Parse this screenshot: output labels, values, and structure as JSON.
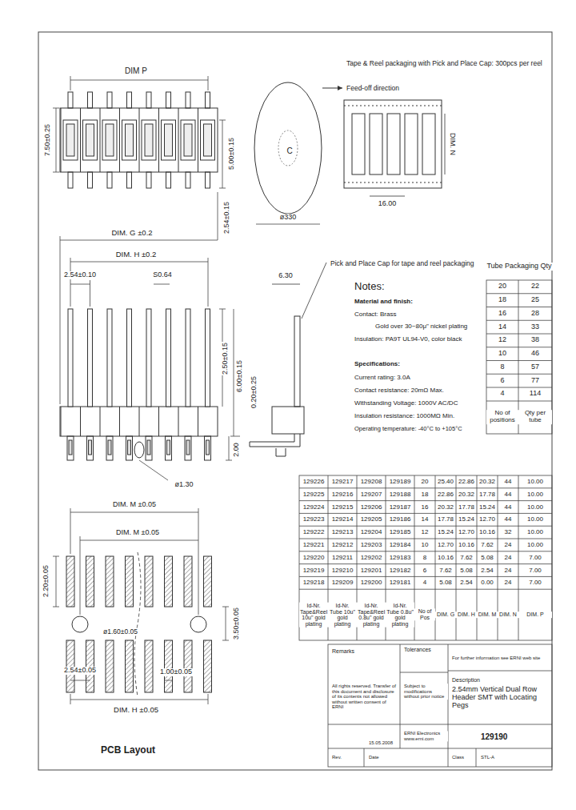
{
  "diagram": {
    "title": "2.54mm Vertical Dual Row Header SMT with Locating Pegs",
    "labels": [
      "DIM P",
      "7.50±0.25",
      "5.00±0.15",
      "2.54±0.15",
      "Tape & Reel packaging with Pick and Place Cap: 300pcs per reel",
      "Feed-off direction",
      "C",
      "ø330",
      "16.00",
      "DIM. N",
      "DIM. G ±0.2",
      "DIM. H ±0.2",
      "2.54±0.10",
      "S0.64",
      "6.30",
      "2.50±0.15",
      "6.00±0.15",
      "0.20±0.25",
      "2.00",
      "ø1.30",
      "Pick and Place Cap for tape and reel packaging",
      "Notes:",
      "Material and finish:",
      "Contact: Brass",
      "Gold over 30~80μ\" nickel plating",
      "Insulation: PA9T UL94-V0, color black",
      "Specifications:",
      "Current rating: 3.0A",
      "Contact resistance: 20mΩ Max.",
      "Withstanding Voltage: 1000V AC/DC",
      "Insulation resistance: 1000MΩ Min.",
      "Operating temperature: -40°C to +105°C",
      "DIM. M ±0.05",
      "DIM. M ±0.05",
      "2.20±0.05",
      "ø1.60±0.05",
      "3.50±0.05",
      "2.54±0.05",
      "1.00±0.05",
      "DIM. H ±0.05",
      "PCB Layout",
      "Remarks",
      "Tolerances",
      "For further information see ERNI web site",
      "Description",
      "2.54mm Vertical Dual Row Header SMT with Locating Pegs",
      "All rights reserved. Transfer of this document and disclosure of its contents not allowed without written consent of ERNI",
      "Subject to modifications without prior notice",
      "ERNI Electronics www.erni.com",
      "129190",
      "15.05.2008",
      "Rev.",
      "Date",
      "Class",
      "STL-A",
      "Tube Packaging Qty",
      "20",
      "22",
      "18",
      "25",
      "16",
      "28",
      "14",
      "33",
      "12",
      "38",
      "10",
      "46",
      "8",
      "57",
      "6",
      "77",
      "4",
      "114",
      "No of positions",
      "Qty per tube",
      "129226",
      "129217",
      "129208",
      "129189",
      "20",
      "25.40",
      "22.86",
      "20.32",
      "44",
      "10.00",
      "129225",
      "129216",
      "129207",
      "129188",
      "18",
      "22.86",
      "20.32",
      "17.78",
      "44",
      "10.00",
      "129224",
      "129215",
      "129206",
      "129187",
      "16",
      "20.32",
      "17.78",
      "15.24",
      "44",
      "10.00",
      "129223",
      "129214",
      "129205",
      "129186",
      "14",
      "17.78",
      "15.24",
      "12.70",
      "44",
      "10.00",
      "129222",
      "129213",
      "129204",
      "129185",
      "12",
      "15.24",
      "12.70",
      "10.16",
      "32",
      "10.00",
      "129221",
      "129212",
      "129203",
      "129184",
      "10",
      "12.70",
      "10.16",
      "7.62",
      "24",
      "10.00",
      "129220",
      "129211",
      "129202",
      "129183",
      "8",
      "10.16",
      "7.62",
      "5.08",
      "24",
      "7.00",
      "129219",
      "129210",
      "129201",
      "129182",
      "6",
      "7.62",
      "5.08",
      "2.54",
      "24",
      "7.00",
      "129218",
      "129209",
      "129200",
      "129181",
      "4",
      "5.08",
      "2.54",
      "0.00",
      "24",
      "7.00",
      "Id-Nr. Tape&Reel 10u\" gold plating",
      "Id-Nr. Tube 10u\" gold plating",
      "Id-Nr. Tape&Reel 0.8u\" gold plating",
      "Id-Nr. Tube 0.8u\" gold plating",
      "No of Pos",
      "DIM. G",
      "DIM. H",
      "DIM. M",
      "DIM. N",
      "DIM. P"
    ]
  }
}
